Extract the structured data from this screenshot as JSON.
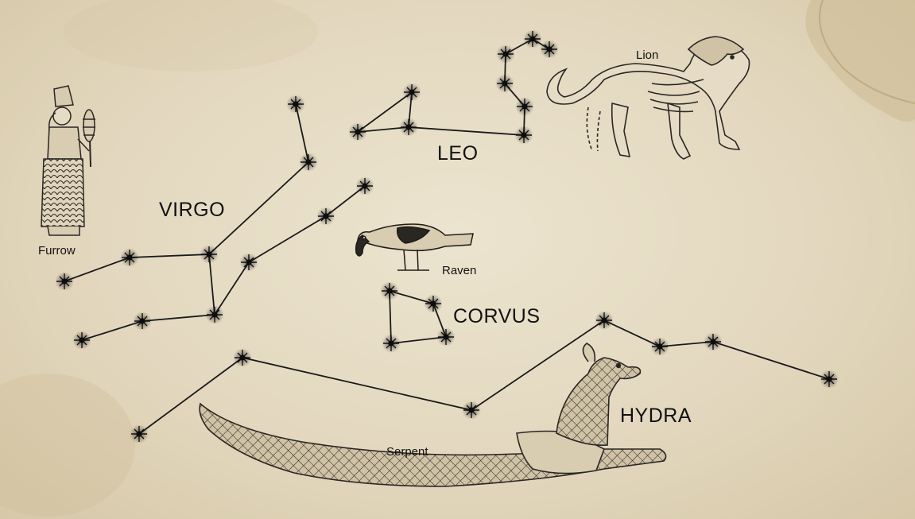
{
  "constellations": [
    {
      "id": "leo",
      "name": "LEO",
      "figure": "Lion",
      "figure_icon": "lion-icon"
    },
    {
      "id": "virgo",
      "name": "VIRGO",
      "figure": "Furrow",
      "figure_icon": "goddess-with-grain-icon"
    },
    {
      "id": "corvus",
      "name": "CORVUS",
      "figure": "Raven",
      "figure_icon": "raven-icon"
    },
    {
      "id": "hydra",
      "name": "HYDRA",
      "figure": "Serpent",
      "figure_icon": "serpent-dragon-icon"
    }
  ],
  "colors": {
    "parchment": "#e6dcc6",
    "stain": "#c9b58d",
    "ink": "#111111",
    "figure_ink": "#2a2622"
  }
}
